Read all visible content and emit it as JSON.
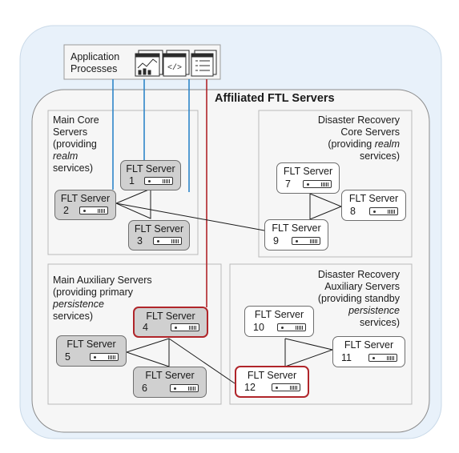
{
  "app_processes": {
    "line1": "Application",
    "line2": "Processes",
    "icon_names": [
      "dashboard-window-icon",
      "code-window-icon",
      "list-window-icon"
    ]
  },
  "title": "Affiliated FTL Servers",
  "groups": {
    "main_core": [
      "Main Core",
      "Servers",
      "(providing",
      "realm",
      "services)"
    ],
    "dr_core": [
      "Disaster Recovery",
      "Core Servers",
      "(providing realm",
      "services)"
    ],
    "main_aux": [
      "Main Auxiliary Servers",
      "(providing primary",
      "persistence",
      "services)"
    ],
    "dr_aux": [
      "Disaster Recovery",
      "Auxiliary Servers",
      "(providing standby",
      "persistence",
      "services)"
    ]
  },
  "server_label": "FLT Server",
  "servers": [
    "1",
    "2",
    "3",
    "4",
    "5",
    "6",
    "7",
    "8",
    "9",
    "10",
    "11",
    "12"
  ],
  "colors": {
    "client_line": "#2e86c9",
    "aux_line": "#b0252a",
    "panel_bg": "#e8f1fa",
    "gray_server": "#d0d0d0"
  }
}
